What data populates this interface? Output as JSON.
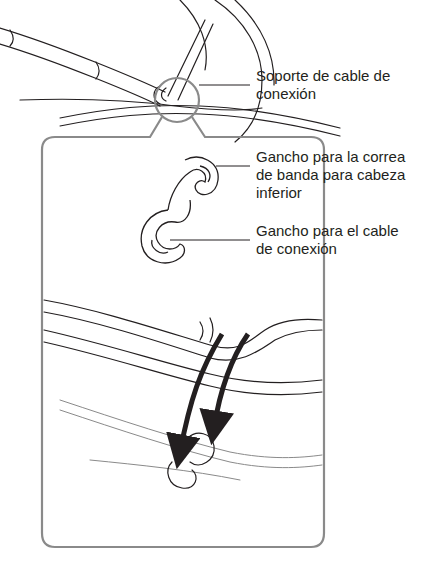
{
  "diagram": {
    "labels": [
      "Soporte de cable de conexión",
      "Gancho para la correa de banda para cabeza inferior",
      "Gancho para el cable de conexión"
    ]
  }
}
